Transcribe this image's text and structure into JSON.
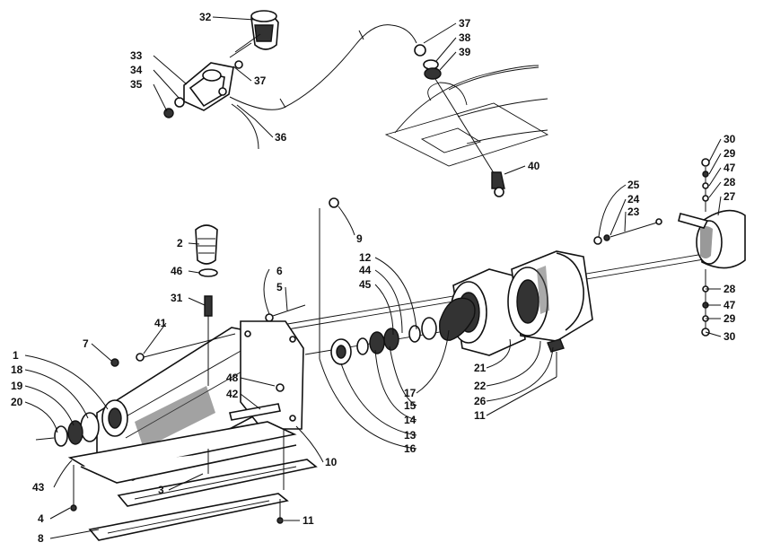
{
  "callouts": [
    {
      "id": "32",
      "text": "32"
    },
    {
      "id": "33",
      "text": "33"
    },
    {
      "id": "34",
      "text": "34"
    },
    {
      "id": "35",
      "text": "35"
    },
    {
      "id": "37a",
      "text": "37"
    },
    {
      "id": "36",
      "text": "36"
    },
    {
      "id": "37b",
      "text": "37"
    },
    {
      "id": "38",
      "text": "38"
    },
    {
      "id": "39",
      "text": "39"
    },
    {
      "id": "40",
      "text": "40"
    },
    {
      "id": "30a",
      "text": "30"
    },
    {
      "id": "29a",
      "text": "29"
    },
    {
      "id": "47a",
      "text": "47"
    },
    {
      "id": "28a",
      "text": "28"
    },
    {
      "id": "27",
      "text": "27"
    },
    {
      "id": "25",
      "text": "25"
    },
    {
      "id": "24",
      "text": "24"
    },
    {
      "id": "23",
      "text": "23"
    },
    {
      "id": "9",
      "text": "9"
    },
    {
      "id": "2",
      "text": "2"
    },
    {
      "id": "46",
      "text": "46"
    },
    {
      "id": "31",
      "text": "31"
    },
    {
      "id": "6",
      "text": "6"
    },
    {
      "id": "5",
      "text": "5"
    },
    {
      "id": "12",
      "text": "12"
    },
    {
      "id": "44",
      "text": "44"
    },
    {
      "id": "45",
      "text": "45"
    },
    {
      "id": "41",
      "text": "41"
    },
    {
      "id": "7",
      "text": "7"
    },
    {
      "id": "1",
      "text": "1"
    },
    {
      "id": "18",
      "text": "18"
    },
    {
      "id": "19",
      "text": "19"
    },
    {
      "id": "20",
      "text": "20"
    },
    {
      "id": "48",
      "text": "48"
    },
    {
      "id": "42",
      "text": "42"
    },
    {
      "id": "28b",
      "text": "28"
    },
    {
      "id": "47b",
      "text": "47"
    },
    {
      "id": "29b",
      "text": "29"
    },
    {
      "id": "30b",
      "text": "30"
    },
    {
      "id": "21",
      "text": "21"
    },
    {
      "id": "22",
      "text": "22"
    },
    {
      "id": "26",
      "text": "26"
    },
    {
      "id": "11a",
      "text": "11"
    },
    {
      "id": "17",
      "text": "17"
    },
    {
      "id": "15",
      "text": "15"
    },
    {
      "id": "14",
      "text": "14"
    },
    {
      "id": "13",
      "text": "13"
    },
    {
      "id": "16",
      "text": "16"
    },
    {
      "id": "10",
      "text": "10"
    },
    {
      "id": "43",
      "text": "43"
    },
    {
      "id": "3",
      "text": "3"
    },
    {
      "id": "4",
      "text": "4"
    },
    {
      "id": "8",
      "text": "8"
    },
    {
      "id": "11b",
      "text": "11"
    }
  ]
}
